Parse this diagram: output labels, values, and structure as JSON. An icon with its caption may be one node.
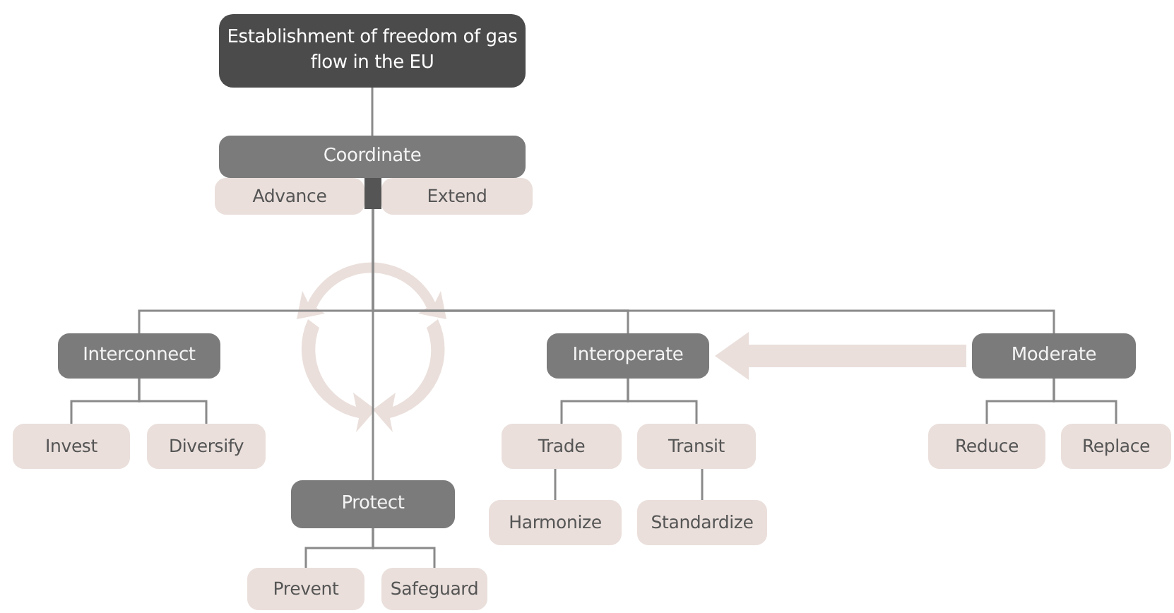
{
  "diagram": {
    "nodes": [
      {
        "text": [
          "Establishment of freedom of gas flow in the EU"
        ]
      },
      {
        "text": [
          "Coordinate"
        ]
      },
      {
        "text": [
          "Advance"
        ]
      },
      {
        "text": [
          "Extend"
        ]
      },
      {
        "text": [
          "Interconnect"
        ]
      },
      {
        "text": [
          "Invest"
        ]
      },
      {
        "text": [
          "Diversify"
        ]
      },
      {
        "text": [
          "Protect"
        ]
      },
      {
        "text": [
          "Prevent"
        ]
      },
      {
        "text": [
          "Safeguard"
        ]
      },
      {
        "text": [
          "Interoperate"
        ]
      },
      {
        "text": [
          "Trade"
        ]
      },
      {
        "text": [
          "Transit"
        ]
      },
      {
        "text": [
          "Harmonize"
        ]
      },
      {
        "text": [
          "Standardize"
        ]
      },
      {
        "text": [
          "Moderate"
        ]
      },
      {
        "text": [
          "Reduce"
        ]
      },
      {
        "text": [
          "Replace"
        ]
      }
    ],
    "edges": [
      {
        "from": 0,
        "to": 1,
        "arrow": "none"
      },
      {
        "from": 1,
        "to": 4,
        "arrow": "none"
      },
      {
        "from": 1,
        "to": 7,
        "arrow": "none"
      },
      {
        "from": 1,
        "to": 10,
        "arrow": "none"
      },
      {
        "from": 1,
        "to": 15,
        "arrow": "none"
      },
      {
        "from": 4,
        "to": 5,
        "arrow": "none"
      },
      {
        "from": 4,
        "to": 6,
        "arrow": "none"
      },
      {
        "from": 7,
        "to": 8,
        "arrow": "none"
      },
      {
        "from": 7,
        "to": 9,
        "arrow": "none"
      },
      {
        "from": 10,
        "to": 11,
        "arrow": "none"
      },
      {
        "from": 10,
        "to": 12,
        "arrow": "none"
      },
      {
        "from": 11,
        "to": 13,
        "arrow": "none"
      },
      {
        "from": 12,
        "to": 14,
        "arrow": "none"
      },
      {
        "from": 15,
        "to": 16,
        "arrow": "none"
      },
      {
        "from": 15,
        "to": 17,
        "arrow": "none"
      },
      {
        "from": 15,
        "to": 10,
        "arrow": "to",
        "style": "thick",
        "color": "#eadfdb"
      }
    ]
  }
}
